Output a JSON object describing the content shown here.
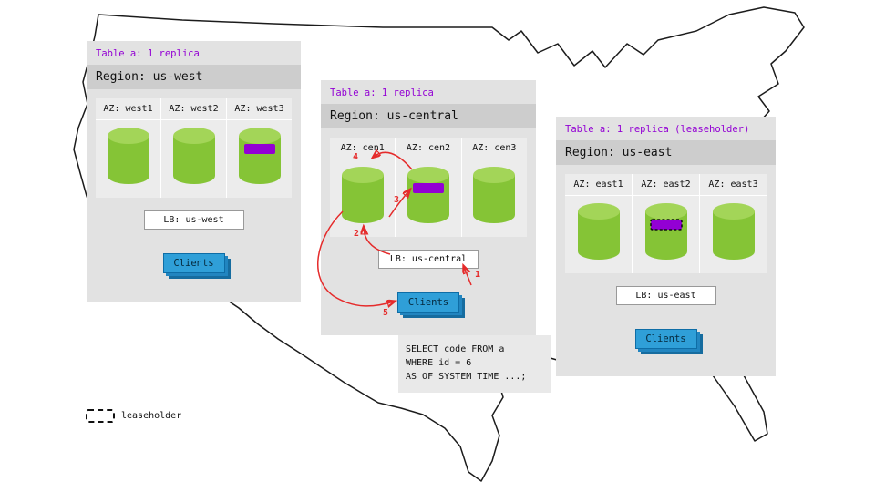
{
  "regions": [
    {
      "table_label": "Table a: 1 replica",
      "title": "Region: us-west",
      "azs": [
        {
          "label": "AZ: west1"
        },
        {
          "label": "AZ: west2"
        },
        {
          "label": "AZ: west3",
          "replica": true
        }
      ],
      "lb_label": "LB: us-west",
      "clients_label": "Clients"
    },
    {
      "table_label": "Table a: 1 replica",
      "title": "Region: us-central",
      "azs": [
        {
          "label": "AZ: cen1"
        },
        {
          "label": "AZ: cen2",
          "replica": true
        },
        {
          "label": "AZ: cen3"
        }
      ],
      "lb_label": "LB: us-central",
      "clients_label": "Clients"
    },
    {
      "table_label": "Table a: 1 replica (leaseholder)",
      "title": "Region: us-east",
      "azs": [
        {
          "label": "AZ: east1"
        },
        {
          "label": "AZ: east2",
          "replica": true,
          "leaseholder": true
        },
        {
          "label": "AZ: east3"
        }
      ],
      "lb_label": "LB: us-east",
      "clients_label": "Clients"
    }
  ],
  "query": {
    "sql": "SELECT code FROM a\nWHERE id = 6\nAS OF SYSTEM TIME ...;",
    "flow_steps": [
      "1",
      "2",
      "3",
      "4",
      "5"
    ]
  },
  "legend": {
    "label": "leaseholder"
  },
  "colors": {
    "tag_purple": "#9300d4",
    "replica_purple": "#9300d4",
    "cylinder_green": "#85c436",
    "clients_blue": "#2f9fd8",
    "arrow_red": "#e52b2b"
  }
}
